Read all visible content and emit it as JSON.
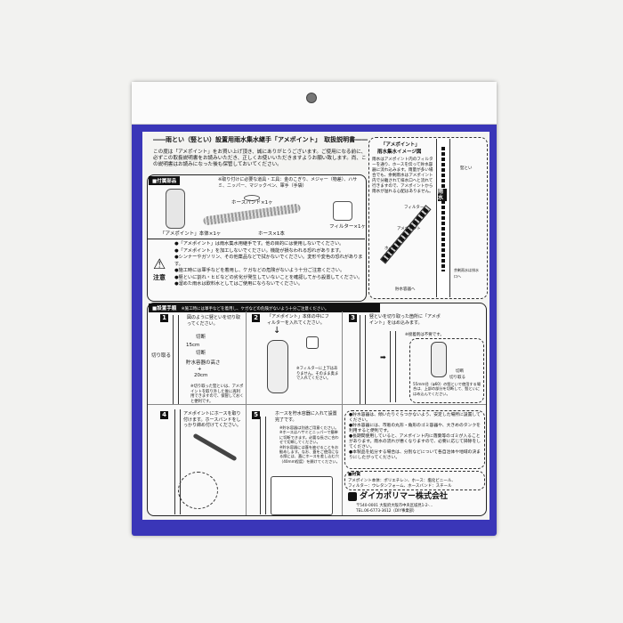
{
  "title": "――雨とい（竪とい）設置用雨水集水継手「アメポイント」　取扱説明書――",
  "intro": "この度は「アメポイント」をお買い上げ頂き、誠にありがとうございます。ご使用になる前に、必ずこの取扱説明書をお読みいただき、正しくお使いいただきますようお願い致します。尚、この説明書はお読みになった後も保管しておいてください。",
  "parts": {
    "header": "■付属部品",
    "tools": "※取り付けに必要な道具・工具：金のこぎり、メジャー（物差）、ハサミ、ニッパー、マジックペン、軍手（手袋）",
    "items": [
      "「アメポイント」本体×1ヶ",
      "ホースバンド×1ヶ",
      "ホース×1本",
      "フィルター×1ヶ"
    ]
  },
  "caution": {
    "label": "注意",
    "items": [
      "●「アメポイント」は雨水集水用継手です。他の目的には使用しないでください。",
      "●「アメポイント」を加工しないでください。機能が損なわれる恐れがあります。",
      "●シンナーやガソリン、その他薬品などで拭かないでください。変形や変色の恐れがあります。",
      "●施工時には軍手などを着用し、ケガなどの危険がないよう十分ご注意ください。",
      "●竪といに割れ・ヒビなどの劣化が発生していないことを確認してから設置してください。",
      "●溜めた雨水は飲料水としてはご使用にならないでください。"
    ]
  },
  "image_diagram": {
    "title1": "「アメポイント」",
    "title2": "雨水集水イメージ図",
    "desc": "雨水はアメポイント内のフィルターを通り、ホースを伝って貯水容器に流れ込みます。雨量が多い場合でも、余剰雨水はアメポイント内で分離されて排水口へと流れて行きますので、アメポイントから雨水が溢れる心配はありません。",
    "labels": [
      "竪とい",
      "雨水",
      "フィルター",
      "アメポイント",
      "ホース",
      "余剰雨水は排水口へ",
      "貯水容器へ"
    ]
  },
  "steps": {
    "header": "■設置手順",
    "header_note": "※施工時には軍手などを着用し、ケガなどの危険がないよう十分ご注意ください。",
    "items": [
      {
        "num": "1",
        "text": "図のように竪といを切り取ってください。",
        "labels": [
          "切断",
          "15cm",
          "切断",
          "切り取る",
          "貯水容器の高さ",
          "+",
          "20cm"
        ],
        "note": "※切り取った竪といは、アメポイントを取り外した後に再利用できますので、保管しておくと便利です。"
      },
      {
        "num": "2",
        "text": "「アメポイント」本体の中にフィルターを入れてください。",
        "note": "※フィルターに上下はありません。そのまま奥まで入れてください。"
      },
      {
        "num": "3",
        "text": "竪といを切り取った箇所に「アメポイント」をはめ込みます。",
        "note": "※接着剤は不要です。",
        "labels": [
          "切断",
          "切り取る"
        ],
        "note2": "55mm径（φ60）の竪といで使用する場合は、上部の部分を切断して、竪といにはめ込んでください。"
      },
      {
        "num": "4",
        "text": "アメポイントにホースを取り付けます。ホースバンドをしっかり締め付けてください。"
      },
      {
        "num": "5",
        "text": "ホースを貯水容器に入れて設置完了です。",
        "notes": [
          "※貯水容器は別途ご用意ください。",
          "※ホースはハサミとニッパーで簡単に切断できます。必要な長さに合わせて切断してください。",
          "※貯水容器には蓋を被せることをお勧めします。なお、蓋をご使用になる際には、蓋にホースを差し込む穴（40mm程度）を開けてください。"
        ]
      }
    ]
  },
  "notes": [
    "●貯水容器は、傾いたりぐらつかないよう、安定した場所に設置してください。",
    "●貯水容器には、市販の丸形・角形のゴミ容器や、大きめのタンクを利用すると便利です。",
    "●長期間使用していると、アメポイント内に落葉等のゴミが入ることがあります。雨水の流れが悪くなりますので、必要に応じて掃除をしてください。",
    "●本製品を処分する場合は、分別などについて各自治体や地域の決まりにしたがってください。"
  ],
  "materials": {
    "header": "■材質",
    "line1": "アメポイント本体：ポリエチレン、ホース：塩化ビニール、",
    "line2": "フィルター：ウレタンフォーム、ホースバンド：スチール"
  },
  "company": {
    "name": "ダイカポリマー株式会社",
    "address": "〒540-0001 大阪府大阪市中央区城見1-2-...",
    "tel": "TEL.06-6773-3612（DIY事業部）"
  },
  "colors": {
    "package_blue": "#3a36b8",
    "sheet": "#f4f4f2"
  }
}
